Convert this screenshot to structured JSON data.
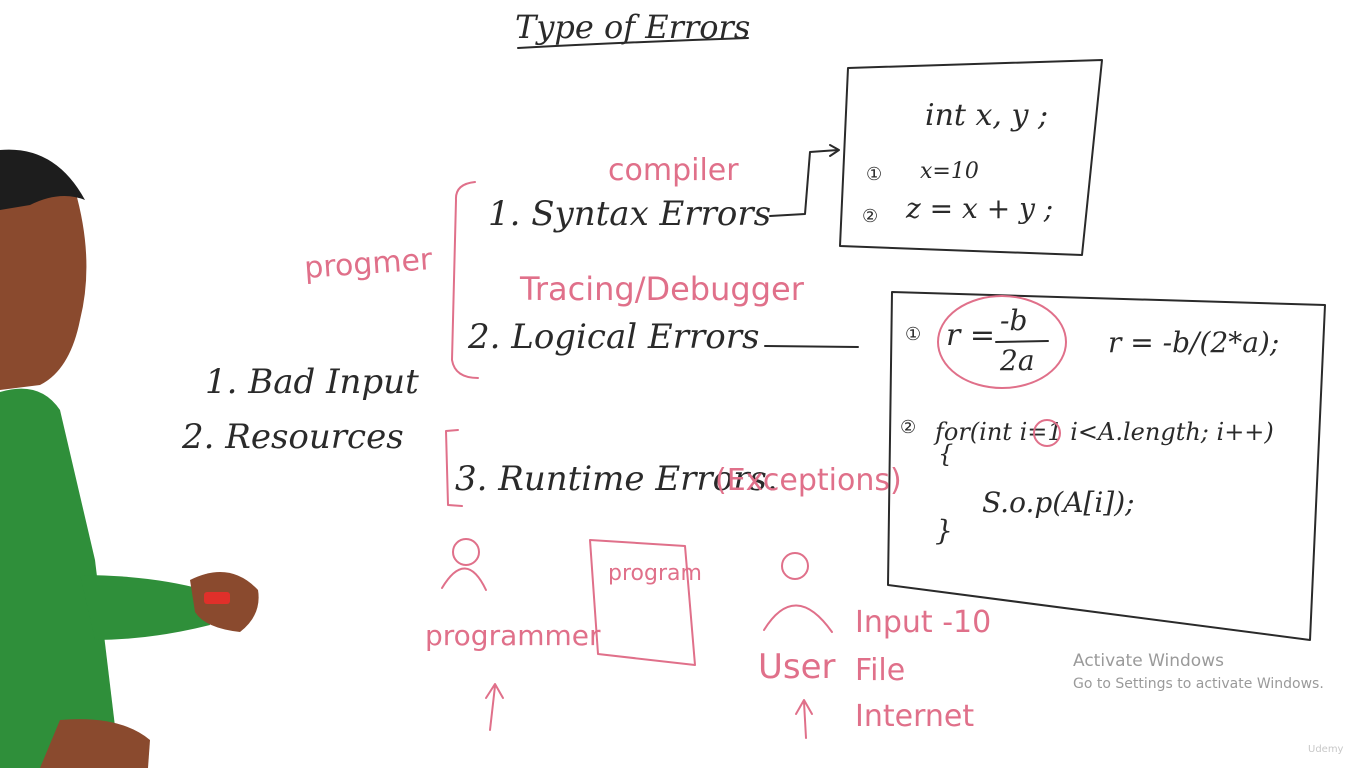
{
  "board": {
    "title": "Type of Errors",
    "left_margin_label": "progmer",
    "error_types": [
      {
        "label": "1. Syntax Errors",
        "annotation": "compiler"
      },
      {
        "label": "2. Logical Errors",
        "annotation": "Tracing/Debugger"
      },
      {
        "label": "3. Runtime Errors.",
        "annotation": "(Exceptions)"
      }
    ],
    "causes": [
      "1. Bad Input",
      "2. Resources"
    ],
    "syntax_box": {
      "declaration": "int x, y ;",
      "line1_marker": "①",
      "line1": "x=10",
      "line2_marker": "②",
      "line2": "z = x + y ;"
    },
    "logic_box": {
      "item1_marker": "①",
      "formula_lhs": "r =",
      "formula_num": "-b",
      "formula_den": "2a",
      "code1": "r = -b/(2*a);",
      "item2_marker": "②",
      "loop_header": "for(int i=1 i<A.length; i++)",
      "open_brace": "{",
      "loop_body": "S.o.p(A[i]);",
      "close_brace": "}"
    },
    "runtime_figures": {
      "programmer_label": "programmer",
      "program_box_label": "program",
      "user_label": "User",
      "user_inputs": [
        "Input -10",
        "File",
        "Internet"
      ]
    }
  },
  "watermark": {
    "title": "Activate Windows",
    "subtitle": "Go to Settings to activate Windows."
  },
  "logo": "Udemy",
  "colors": {
    "black_marker": "#2a2a2a",
    "red_marker": "#e0708a",
    "board": "#ffffff",
    "shirt": "#2f8f3a",
    "skin": "#8a4a2e"
  }
}
